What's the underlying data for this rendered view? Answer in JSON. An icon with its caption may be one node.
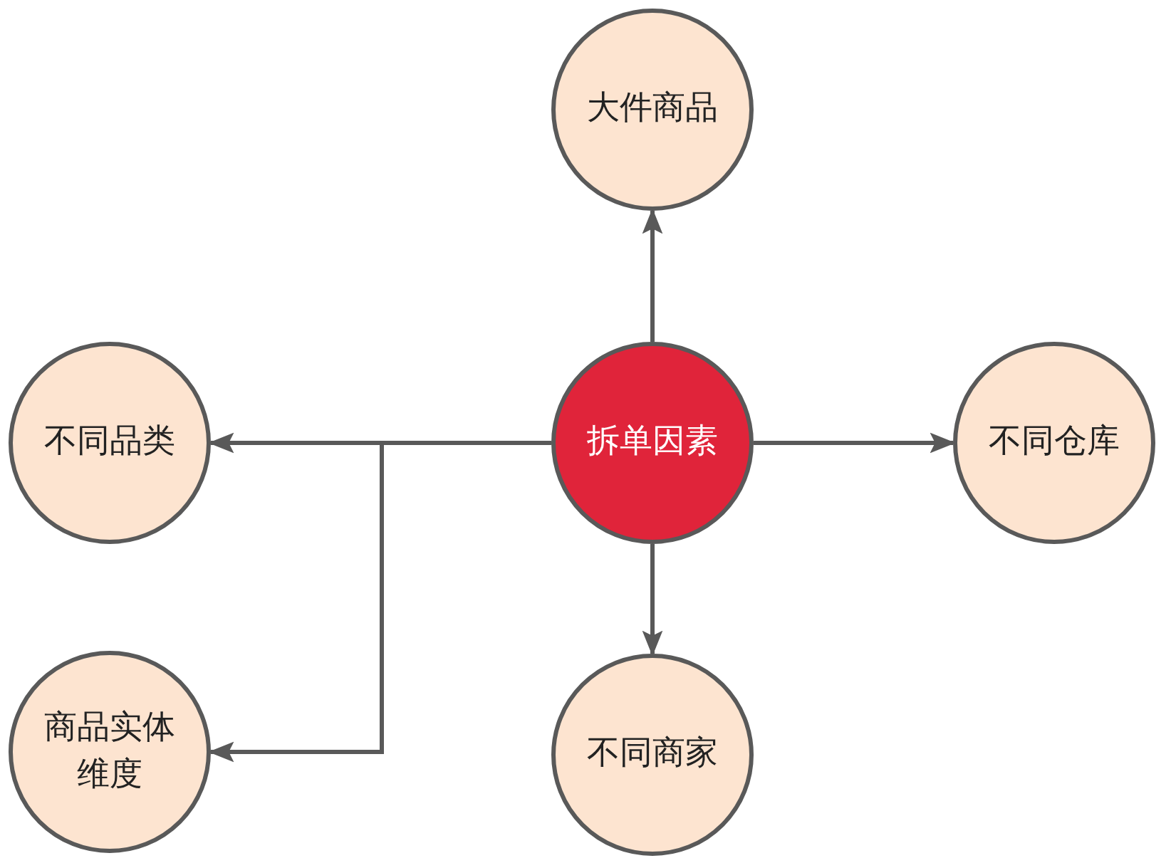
{
  "diagram": {
    "nodes": [
      {
        "text": [
          "大件商品"
        ]
      },
      {
        "text": [
          "不同品类"
        ]
      },
      {
        "text": [
          "拆单因素"
        ]
      },
      {
        "text": [
          "不同仓库"
        ]
      },
      {
        "text": [
          "商品实体维度"
        ]
      },
      {
        "text": [
          "不同商家"
        ]
      }
    ],
    "edges": [
      {
        "from": 2,
        "to": 0,
        "arrow": "to"
      },
      {
        "from": 2,
        "to": 1,
        "arrow": "to"
      },
      {
        "from": 2,
        "to": 3,
        "arrow": "to"
      },
      {
        "from": 2,
        "to": 4,
        "arrow": "to"
      },
      {
        "from": 2,
        "to": 5,
        "arrow": "to"
      }
    ]
  }
}
